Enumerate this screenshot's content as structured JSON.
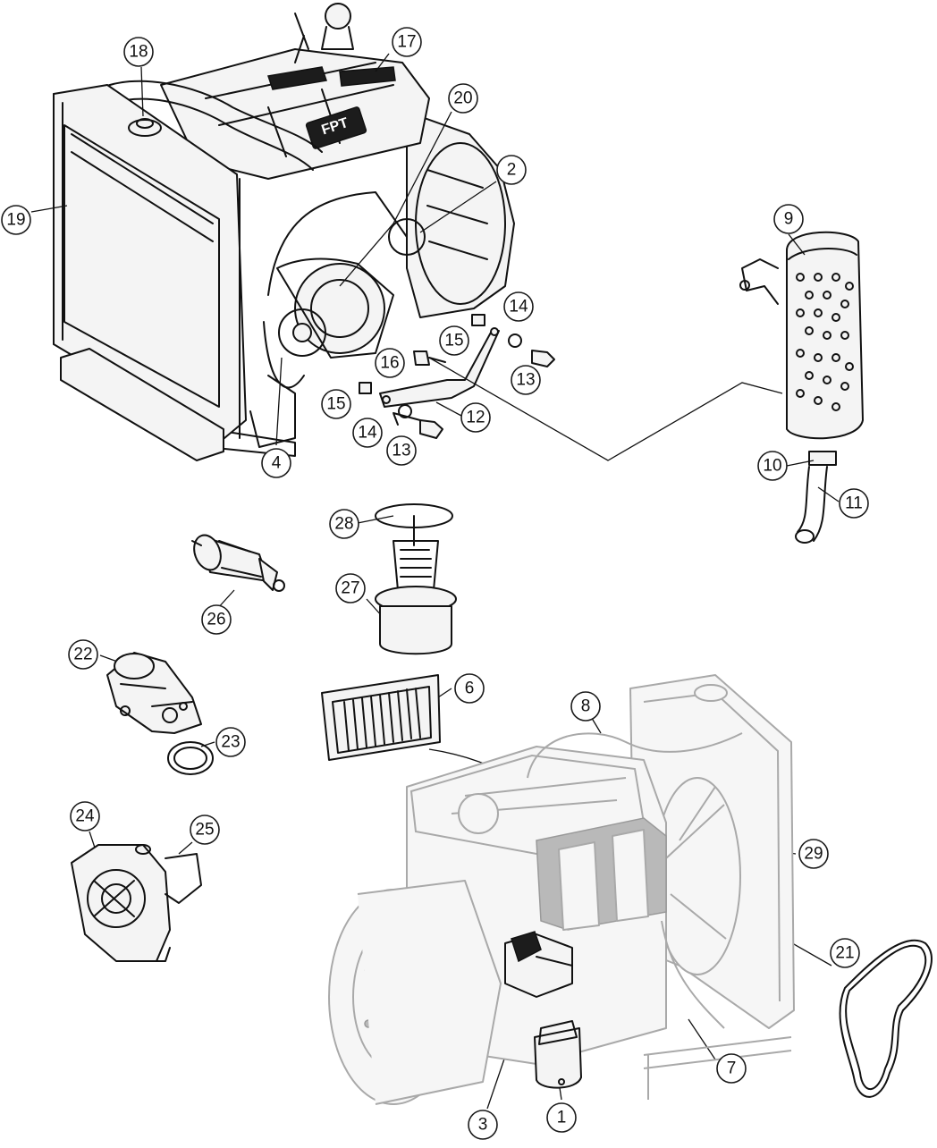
{
  "diagram": {
    "callouts": [
      {
        "id": "c1",
        "label": "1"
      },
      {
        "id": "c2",
        "label": "2"
      },
      {
        "id": "c3",
        "label": "3"
      },
      {
        "id": "c4",
        "label": "4"
      },
      {
        "id": "c6",
        "label": "6"
      },
      {
        "id": "c7",
        "label": "7"
      },
      {
        "id": "c8",
        "label": "8"
      },
      {
        "id": "c9",
        "label": "9"
      },
      {
        "id": "c10",
        "label": "10"
      },
      {
        "id": "c11",
        "label": "11"
      },
      {
        "id": "c12",
        "label": "12"
      },
      {
        "id": "c13a",
        "label": "13"
      },
      {
        "id": "c13b",
        "label": "13"
      },
      {
        "id": "c14a",
        "label": "14"
      },
      {
        "id": "c14b",
        "label": "14"
      },
      {
        "id": "c15a",
        "label": "15"
      },
      {
        "id": "c15b",
        "label": "15"
      },
      {
        "id": "c16",
        "label": "16"
      },
      {
        "id": "c17",
        "label": "17"
      },
      {
        "id": "c18",
        "label": "18"
      },
      {
        "id": "c19",
        "label": "19"
      },
      {
        "id": "c20",
        "label": "20"
      },
      {
        "id": "c21",
        "label": "21"
      },
      {
        "id": "c22",
        "label": "22"
      },
      {
        "id": "c23",
        "label": "23"
      },
      {
        "id": "c24",
        "label": "24"
      },
      {
        "id": "c25",
        "label": "25"
      },
      {
        "id": "c26",
        "label": "26"
      },
      {
        "id": "c27",
        "label": "27"
      },
      {
        "id": "c28",
        "label": "28"
      },
      {
        "id": "c29",
        "label": "29"
      }
    ],
    "logo_text": "FPT"
  }
}
